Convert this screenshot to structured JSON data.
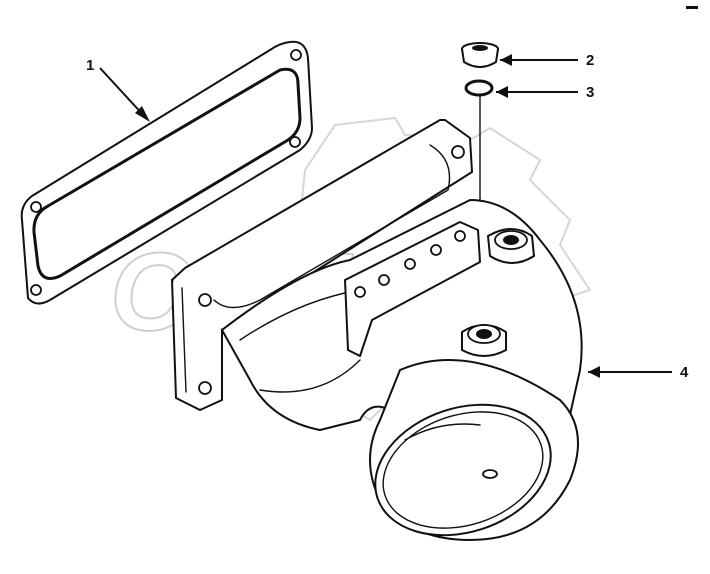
{
  "watermark": {
    "text": "OPEX"
  },
  "corner_mark": "",
  "callouts": [
    {
      "id": "1",
      "label": "1"
    },
    {
      "id": "2",
      "label": "2"
    },
    {
      "id": "3",
      "label": "3"
    },
    {
      "id": "4",
      "label": "4"
    }
  ],
  "colors": {
    "line": "#111111",
    "background": "#ffffff",
    "watermark": "#d6d6d6"
  }
}
